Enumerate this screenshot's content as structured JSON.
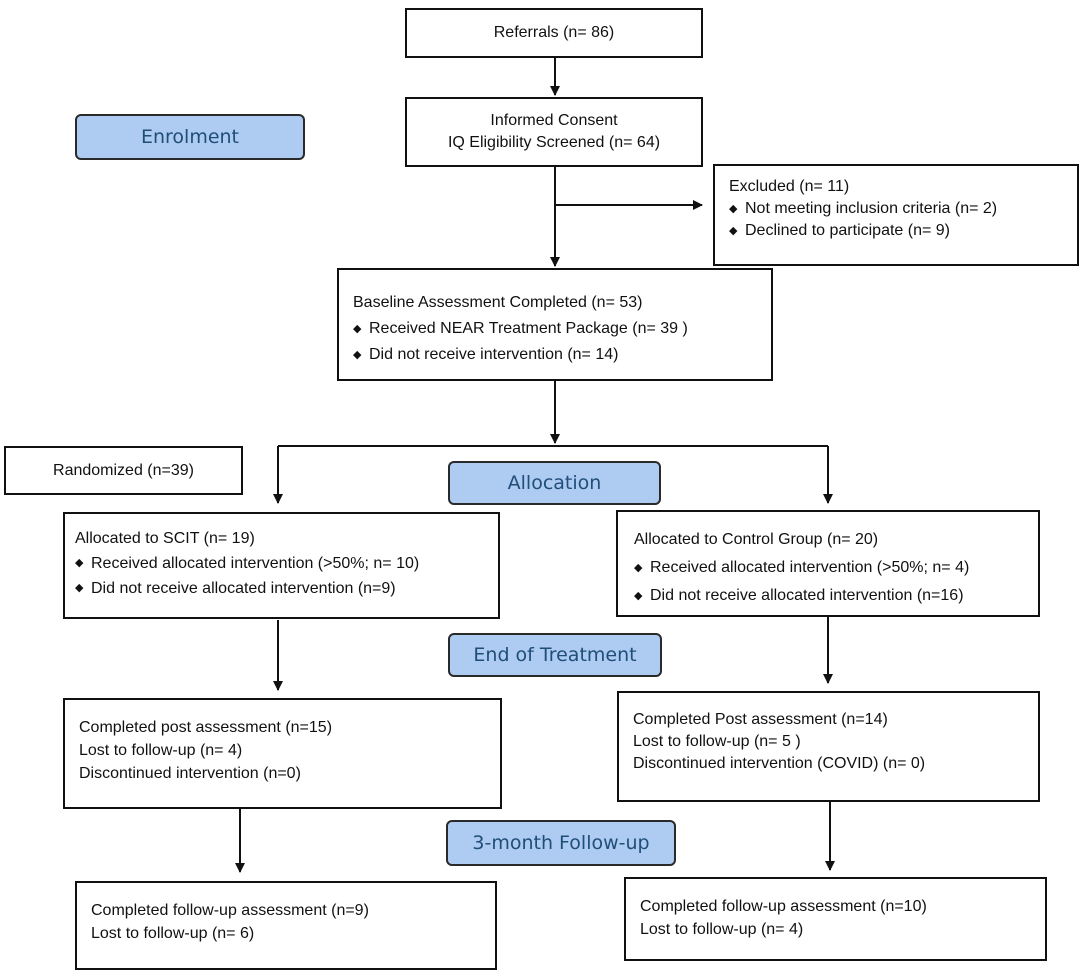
{
  "stages": {
    "enrolment": "Enrolment",
    "allocation": "Allocation",
    "end_of_treatment": "End of Treatment",
    "follow_up": "3-month Follow-up"
  },
  "referrals": "Referrals (n= 86)",
  "consent": {
    "line1": "Informed Consent",
    "line2": "IQ Eligibility Screened (n= 64)"
  },
  "excluded": {
    "title": "Excluded  (n= 11)",
    "items": [
      "Not meeting inclusion criteria (n= 2)",
      "Declined to participate (n= 9)"
    ]
  },
  "baseline": {
    "title": "Baseline Assessment Completed (n= 53)",
    "items": [
      "Received NEAR Treatment Package (n= 39 )",
      "Did not receive intervention (n= 14)"
    ]
  },
  "randomized": "Randomized (n=39)",
  "scit": {
    "title": "Allocated to SCIT (n= 19)",
    "items": [
      "Received allocated intervention (>50%; n= 10)",
      "Did not receive allocated intervention (n=9)"
    ]
  },
  "control": {
    "title": "Allocated to Control Group (n= 20)",
    "items": [
      "Received allocated intervention (>50%; n= 4)",
      "Did not receive allocated intervention (n=16)"
    ]
  },
  "scit_post": {
    "lines": [
      "Completed post assessment (n=15)",
      "Lost to follow-up (n= 4)",
      "Discontinued intervention (n=0)"
    ]
  },
  "control_post": {
    "lines": [
      "Completed Post assessment (n=14)",
      "Lost to follow-up  (n= 5 )",
      "Discontinued intervention (COVID) (n= 0)"
    ]
  },
  "scit_follow": {
    "lines": [
      "Completed follow-up assessment (n=9)",
      "Lost to follow-up (n= 6)"
    ]
  },
  "control_follow": {
    "lines": [
      "Completed follow-up assessment (n=10)",
      "Lost to follow-up  (n= 4)"
    ]
  },
  "bullet_glyph": "◆"
}
